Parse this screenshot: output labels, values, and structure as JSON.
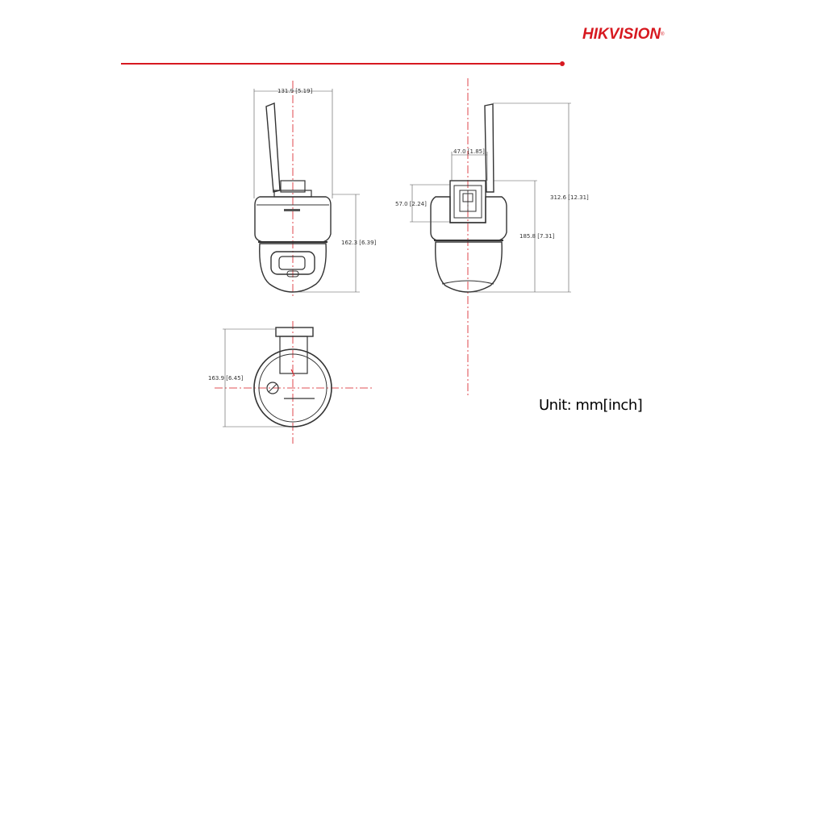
{
  "brand": {
    "logo_text": "HIKVISION",
    "registered_mark": "®",
    "accent_color": "#d71920"
  },
  "dimensions": {
    "front_width": "131.9 [5.19]",
    "front_height": "162.3 [6.39]",
    "side_bracket_width": "47.0 [1.85]",
    "side_bracket_height": "57.0 [2.24]",
    "side_total_height": "312.6 [12.31]",
    "side_body_height": "185.8 [7.31]",
    "top_depth": "163.9 [6.45]"
  },
  "unit_label": "Unit: mm[inch]"
}
